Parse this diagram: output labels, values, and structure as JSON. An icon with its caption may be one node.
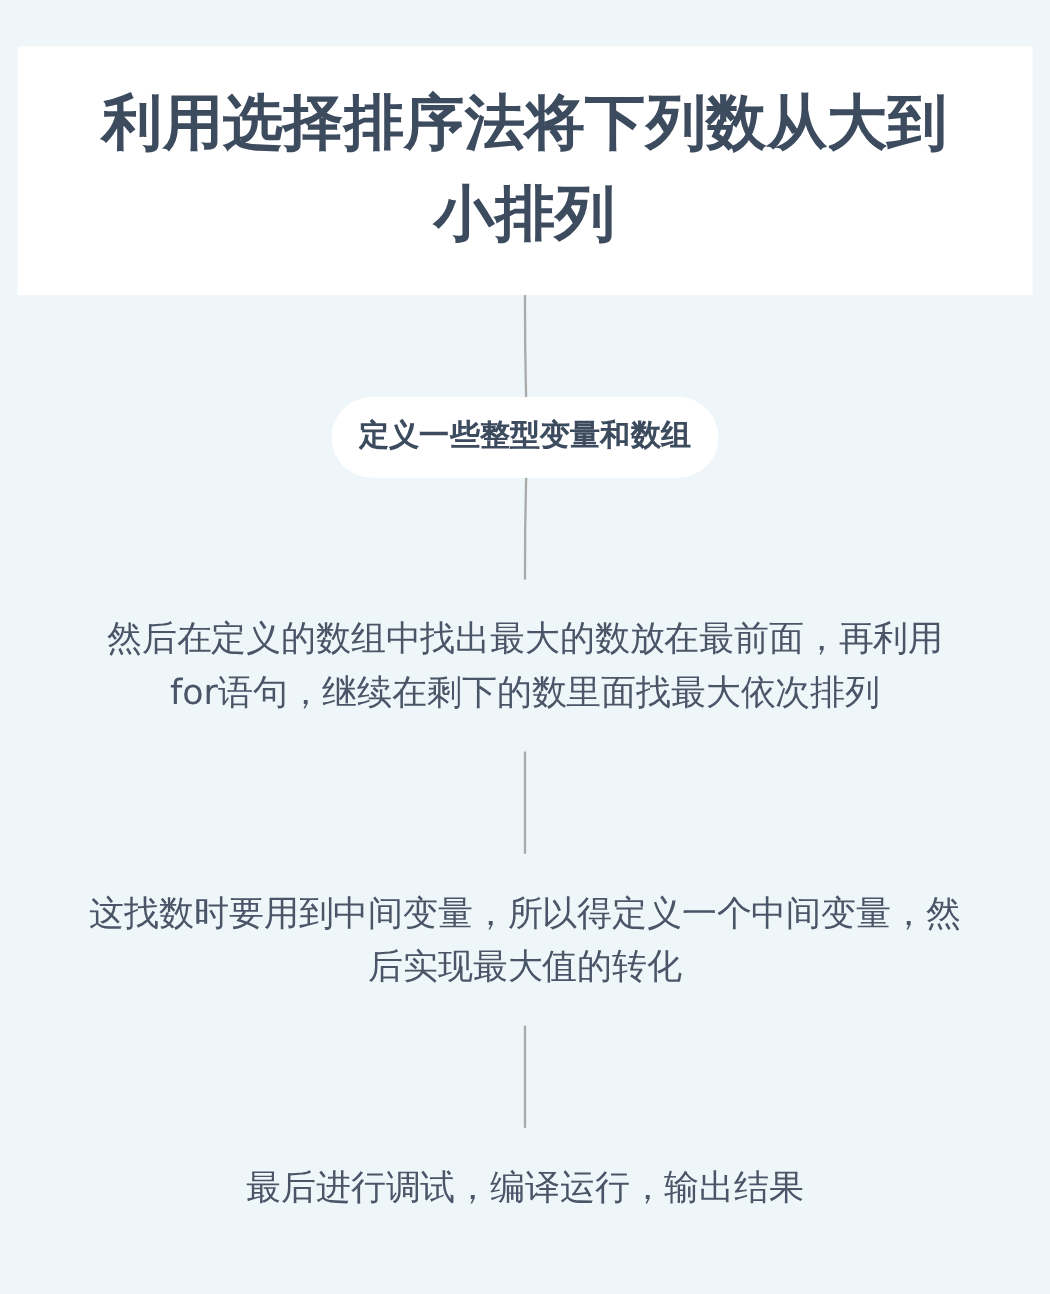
{
  "diagram": {
    "nodes": [
      {
        "text": [
          "利用选择排序法将下列数从大到小排列"
        ]
      },
      {
        "text": [
          "定义一些整型变量和数组"
        ]
      },
      {
        "text": [
          "然后在定义的数组中找出最大的数放在最前面，再利用for语句，继续在剩下的数里面找最大依次排列"
        ]
      },
      {
        "text": [
          "这找数时要用到中间变量，所以得定义一个中间变量，然后实现最大值的转化"
        ]
      },
      {
        "text": [
          "最后进行调试，编译运行，输出结果"
        ]
      }
    ],
    "edges": [
      {
        "from": 0,
        "to": 1,
        "arrow": "none"
      },
      {
        "from": 1,
        "to": 2,
        "arrow": "none"
      },
      {
        "from": 2,
        "to": 3,
        "arrow": "none"
      },
      {
        "from": 3,
        "to": 4,
        "arrow": "none"
      }
    ]
  }
}
